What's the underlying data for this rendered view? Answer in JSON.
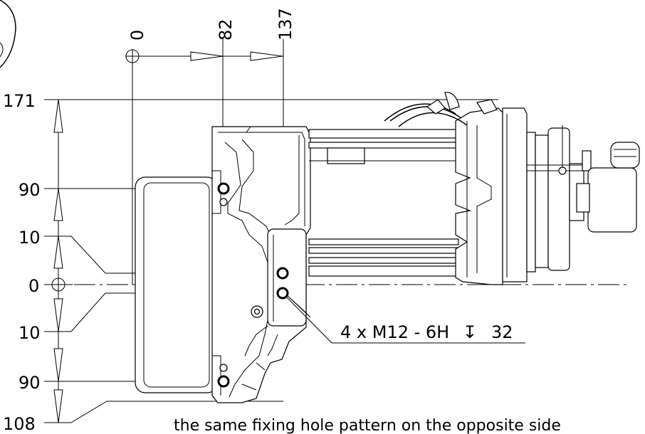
{
  "dimensions": {
    "horizontal": [
      "0",
      "82",
      "137"
    ],
    "vertical": [
      "171",
      "90",
      "10",
      "0",
      "10",
      "90",
      "108"
    ]
  },
  "callout": {
    "thread_spec": "4 x M12 - 6H",
    "depth_symbol": "↧",
    "depth_value": "32"
  },
  "caption": "the same fixing hole pattern on the opposite side"
}
